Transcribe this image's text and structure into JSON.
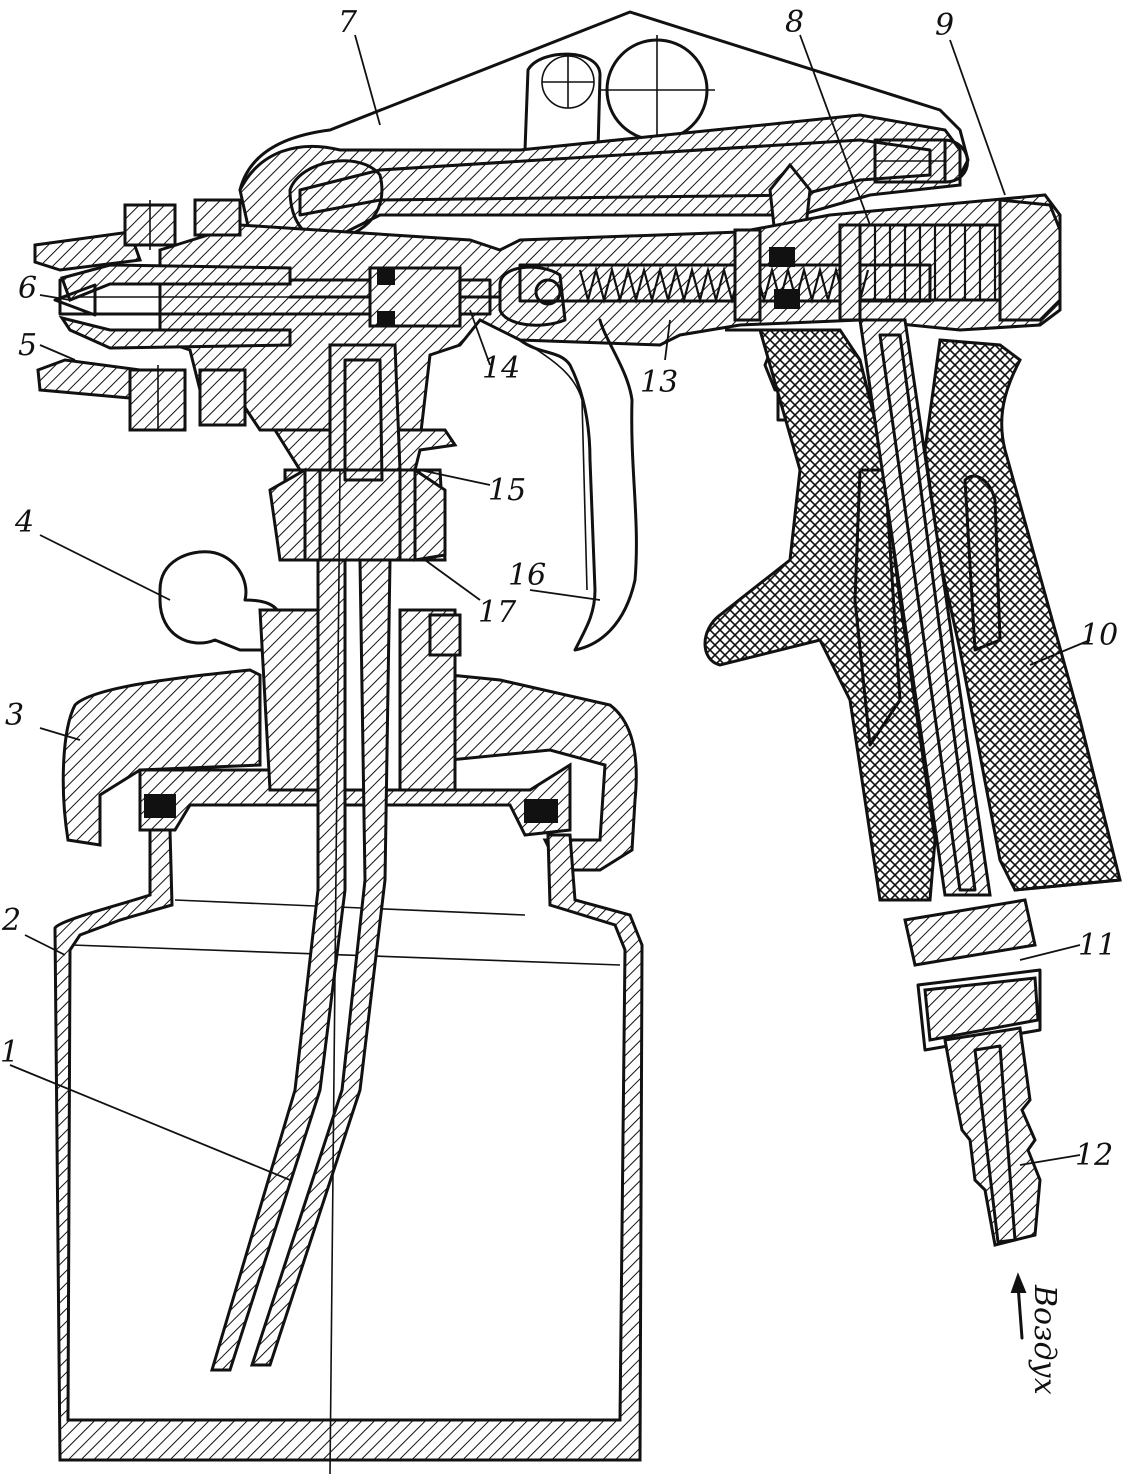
{
  "labels": {
    "l1": "1",
    "l2": "2",
    "l3": "3",
    "l4": "4",
    "l5": "5",
    "l6": "6",
    "l7": "7",
    "l8": "8",
    "l9": "9",
    "l10": "10",
    "l11": "11",
    "l12": "12",
    "l13": "13",
    "l14": "14",
    "l15": "15",
    "l16": "16",
    "l17": "17"
  },
  "air_label": "Воздух"
}
